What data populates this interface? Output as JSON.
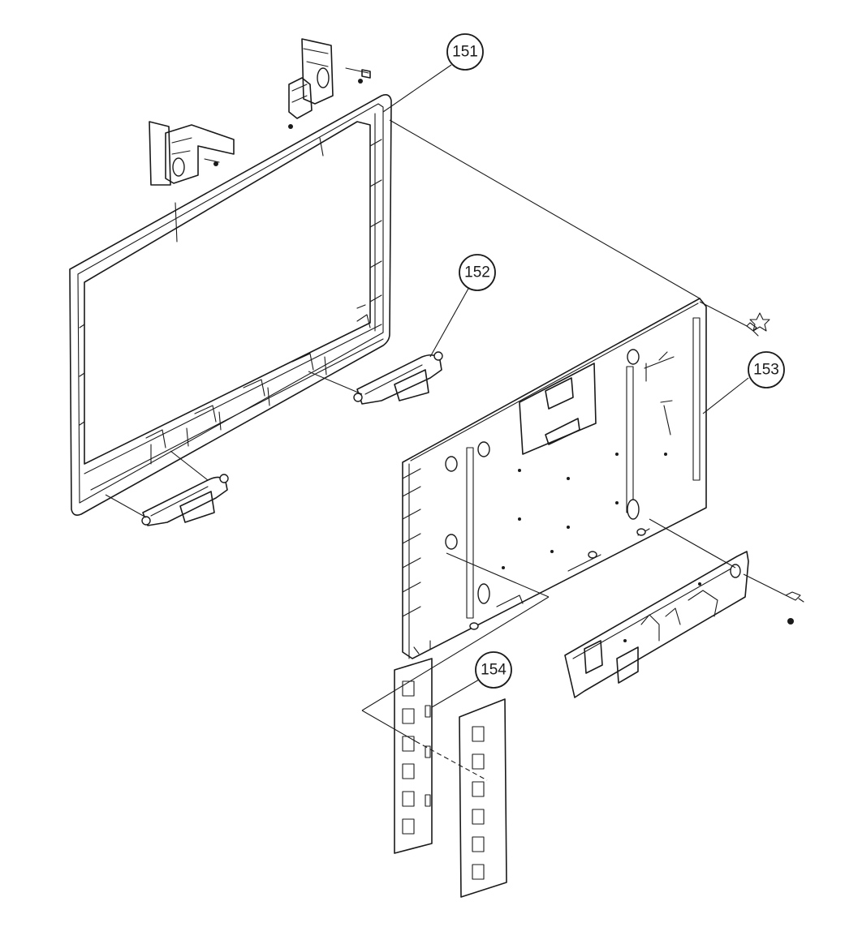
{
  "callouts": [
    {
      "id": "151",
      "label": "151"
    },
    {
      "id": "152",
      "label": "152"
    },
    {
      "id": "153",
      "label": "153"
    },
    {
      "id": "154",
      "label": "154"
    }
  ],
  "colors": {
    "line": "#1a1a1a",
    "background": "#ffffff"
  }
}
